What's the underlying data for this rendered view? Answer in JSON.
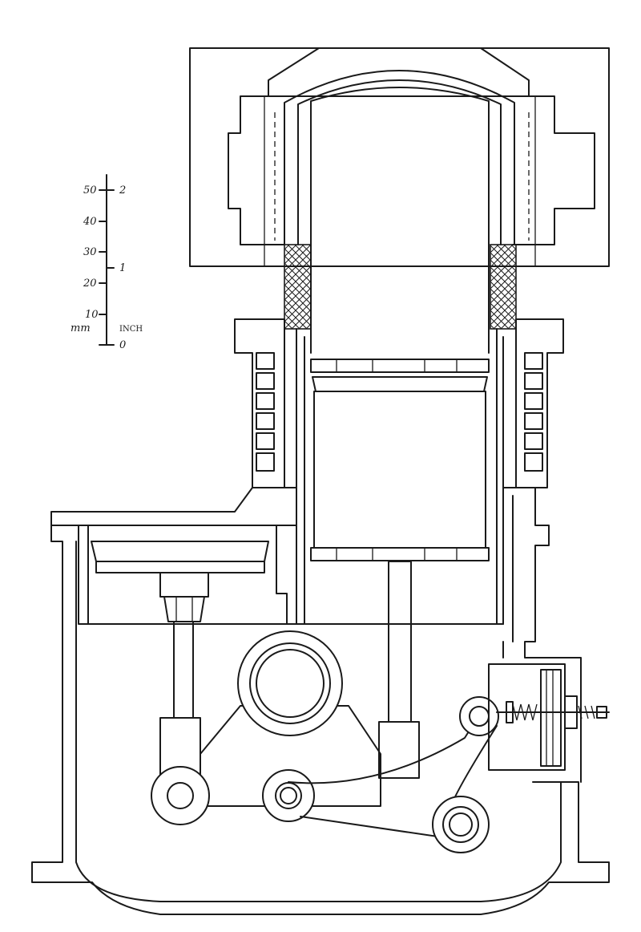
{
  "scale_bar": {
    "mm_unit": "mm",
    "inch_unit": "INCH",
    "mm_ticks": [
      "50",
      "40",
      "30",
      "20",
      "10"
    ],
    "inch_ticks": [
      "2",
      "1",
      "0"
    ]
  },
  "colors": {
    "ink": "#1a1a1a",
    "paper": "#ffffff"
  }
}
